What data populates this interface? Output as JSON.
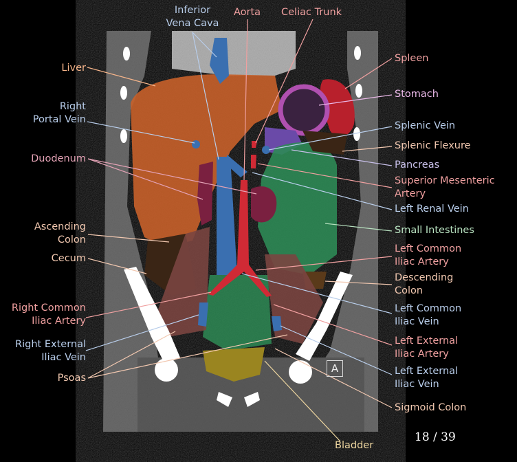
{
  "labels": {
    "ivc": {
      "line1": "Inferior",
      "line2": "Vena Cava"
    },
    "aorta": "Aorta",
    "celiac": "Celiac Trunk",
    "liver": "Liver",
    "rpv": {
      "line1": "Right",
      "line2": "Portal Vein"
    },
    "duodenum": "Duodenum",
    "asc_colon": {
      "line1": "Ascending",
      "line2": "Colon"
    },
    "cecum": "Cecum",
    "rcia": {
      "line1": "Right Common",
      "line2": "Iliac Artery"
    },
    "reiv": {
      "line1": "Right External",
      "line2": "Iliac Vein"
    },
    "psoas": "Psoas",
    "spleen": "Spleen",
    "stomach": "Stomach",
    "splenic_vein": "Splenic Vein",
    "splenic_flexure": "Splenic Flexure",
    "pancreas": "Pancreas",
    "sma": {
      "line1": "Superior Mesenteric",
      "line2": "Artery"
    },
    "lrv": "Left Renal Vein",
    "small_int": "Small Intestines",
    "lcia": {
      "line1": "Left Common",
      "line2": "Iliac Artery"
    },
    "desc_colon": {
      "line1": "Descending",
      "line2": "Colon"
    },
    "lciv": {
      "line1": "Left Common",
      "line2": "Iliac Vein"
    },
    "leia": {
      "line1": "Left External",
      "line2": "Iliac Artery"
    },
    "leiv": {
      "line1": "Left External",
      "line2": "Iliac Vein"
    },
    "sigmoid": "Sigmoid Colon",
    "bladder": "Bladder"
  },
  "orientation_marker": "A",
  "pagination": {
    "current": 18,
    "total": 39,
    "text": "18 / 39"
  },
  "colors": {
    "liver": "#c8612a",
    "vein": "#3a6fb0",
    "artery": "#d02a35",
    "spleen": "#b8202c",
    "stomach": "#a04aa0",
    "pancreas": "#6a4aa8",
    "small_intestine": "#2e8a55",
    "colon": "#7a4a25",
    "duodenum": "#7a2040",
    "psoas": "#8a4a45",
    "bladder": "#a89020"
  }
}
